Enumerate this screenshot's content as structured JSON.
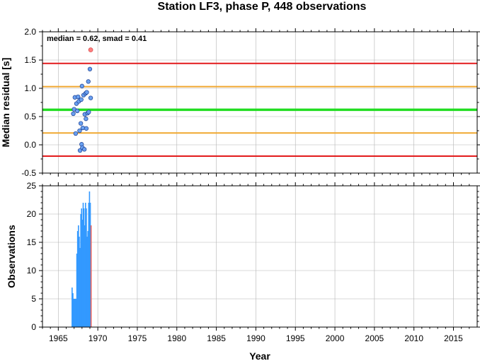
{
  "chart_data": [
    {
      "type": "scatter",
      "title": "Station LF3, phase P, 448 observations",
      "ylabel": "Median residual [s]",
      "xlabel": "",
      "xlim": [
        1963,
        2018
      ],
      "ylim": [
        -0.5,
        2.0
      ],
      "yticks": [
        "2.0",
        "1.5",
        "1.0",
        "0.5",
        "0.0",
        "-0.5"
      ],
      "grid": true,
      "annotation": "median = 0.62, smad = 0.41",
      "reference_lines": [
        {
          "y": 1.44,
          "color": "#e31a1c"
        },
        {
          "y": 1.03,
          "color": "#f0a830"
        },
        {
          "y": 0.62,
          "color": "#22dd22"
        },
        {
          "y": 0.21,
          "color": "#f0a830"
        },
        {
          "y": -0.2,
          "color": "#e31a1c"
        }
      ],
      "points": [
        {
          "x": 1966.9,
          "y": 0.55
        },
        {
          "x": 1967.0,
          "y": 0.63
        },
        {
          "x": 1967.1,
          "y": 0.84
        },
        {
          "x": 1967.2,
          "y": 0.2
        },
        {
          "x": 1967.3,
          "y": 0.73
        },
        {
          "x": 1967.4,
          "y": 0.6
        },
        {
          "x": 1967.5,
          "y": 0.85
        },
        {
          "x": 1967.6,
          "y": 0.77
        },
        {
          "x": 1967.7,
          "y": 0.25
        },
        {
          "x": 1967.75,
          "y": -0.1
        },
        {
          "x": 1967.85,
          "y": 0.38
        },
        {
          "x": 1967.9,
          "y": 0.8
        },
        {
          "x": 1967.95,
          "y": 0.01
        },
        {
          "x": 1968.0,
          "y": 1.04
        },
        {
          "x": 1968.05,
          "y": -0.05
        },
        {
          "x": 1968.1,
          "y": 0.3
        },
        {
          "x": 1968.2,
          "y": 0.88
        },
        {
          "x": 1968.3,
          "y": -0.08
        },
        {
          "x": 1968.35,
          "y": 0.54
        },
        {
          "x": 1968.45,
          "y": 0.91
        },
        {
          "x": 1968.5,
          "y": 0.46
        },
        {
          "x": 1968.55,
          "y": 0.29
        },
        {
          "x": 1968.6,
          "y": 0.93
        },
        {
          "x": 1968.7,
          "y": 0.56
        },
        {
          "x": 1968.8,
          "y": 1.12
        },
        {
          "x": 1968.85,
          "y": 0.58
        },
        {
          "x": 1969.0,
          "y": 1.34
        },
        {
          "x": 1969.1,
          "y": 0.83
        }
      ],
      "outlier_points": [
        {
          "x": 1969.1,
          "y": 1.68
        }
      ],
      "point_color": "#6aa0f0",
      "outlier_color": "#ff7f7f"
    },
    {
      "type": "bar",
      "title": "",
      "ylabel": "Observations",
      "xlabel": "Year",
      "xlim": [
        1963,
        2018
      ],
      "ylim": [
        0,
        25
      ],
      "xticks": [
        "1965",
        "1970",
        "1975",
        "1980",
        "1985",
        "1990",
        "1995",
        "2000",
        "2005",
        "2010",
        "2015"
      ],
      "yticks": [
        "25",
        "20",
        "15",
        "10",
        "5",
        "0"
      ],
      "grid": true,
      "bar_color": "#3399ff",
      "last_bar_color": "#e06060",
      "x": [
        1966.75,
        1966.85,
        1966.95,
        1967.05,
        1967.15,
        1967.25,
        1967.35,
        1967.45,
        1967.55,
        1967.65,
        1967.75,
        1967.85,
        1967.95,
        1968.05,
        1968.15,
        1968.25,
        1968.35,
        1968.45,
        1968.55,
        1968.65,
        1968.75,
        1968.85,
        1968.95,
        1969.05,
        1969.15
      ],
      "values": [
        7,
        6,
        5,
        5,
        5,
        5,
        13,
        17,
        18,
        16,
        14,
        20,
        21,
        19,
        22,
        21,
        18,
        22,
        21,
        16,
        17,
        22,
        24,
        22,
        18
      ]
    }
  ]
}
